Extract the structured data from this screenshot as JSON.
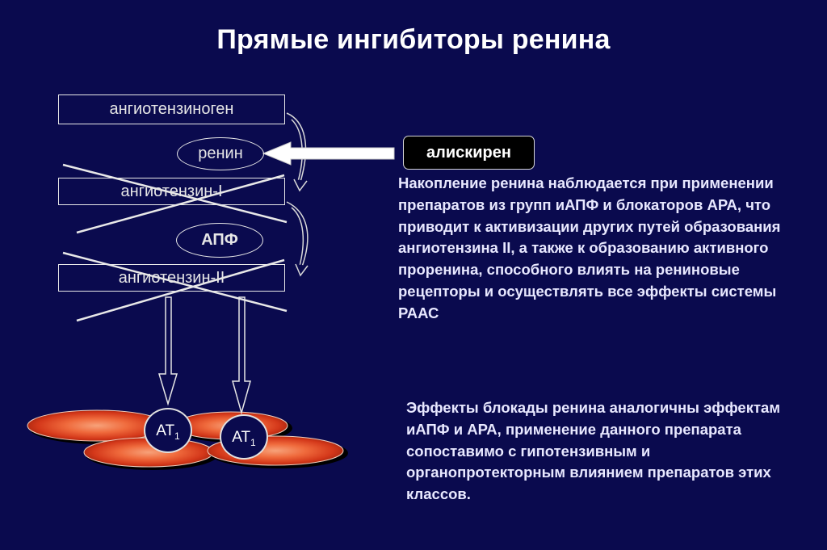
{
  "title": "Прямые ингибиторы ренина",
  "cascade": {
    "angiotensinogen": "ангиотензиноген",
    "renin": "ренин",
    "angiotensin1": "ангиотензин-I",
    "ace": "АПФ",
    "angiotensin2": "ангиотензин-II"
  },
  "drug": "алискирен",
  "receptors": {
    "label_main": "АТ",
    "label_sub": "1"
  },
  "paragraph1": "Накопление ренина наблюдается при применении препаратов из групп иАПФ и блокаторов АРА, что приводит к активизации других путей образования ангиотензина II, а также к образованию активного проренина, способного влиять на рениновые рецепторы и осуществлять все эффекты системы РААС",
  "paragraph2": "Эффекты блокады ренина аналогичны эффектам иАПФ и АРА, применение данного препарата сопоставимо с гипотензивным и органопротекторным влиянием препаратов этих классов.",
  "colors": {
    "background": "#0a0a4e",
    "cell_fill": "#e3441c",
    "cell_center": "#f28a5a"
  }
}
